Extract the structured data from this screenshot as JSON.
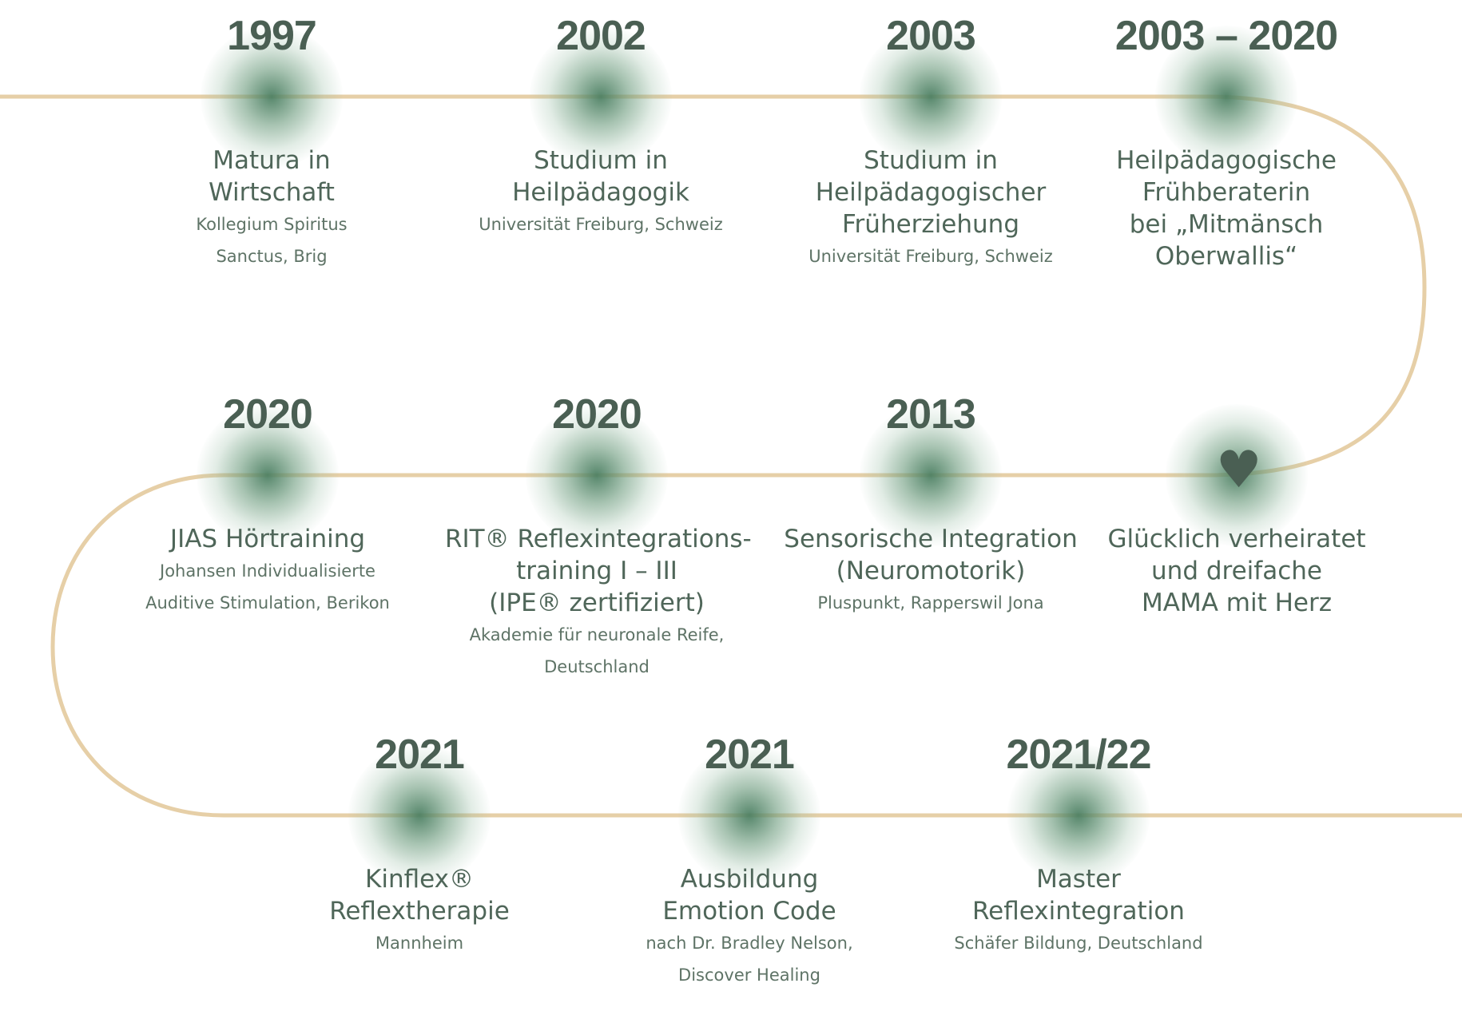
{
  "colors": {
    "path": "#e6cfa7",
    "glow": "#4d8063",
    "year": "#4a5f53",
    "text": "#4f6659",
    "subtext": "#5e7366",
    "heart": "#4a5f53"
  },
  "milestones": [
    {
      "year": "1997",
      "title": [
        "Matura in",
        "Wirtschaft"
      ],
      "sub": [
        "Kollegium Spiritus",
        "Sanctus, Brig"
      ]
    },
    {
      "year": "2002",
      "title": [
        "Studium in",
        "Heilpädagogik"
      ],
      "sub": [
        "Universität Freiburg, Schweiz"
      ]
    },
    {
      "year": "2003",
      "title": [
        "Studium in",
        "Heilpädagogischer",
        "Früherziehung"
      ],
      "sub": [
        "Universität Freiburg, Schweiz"
      ]
    },
    {
      "year": "2003 – 2020",
      "title": [
        "Heilpädagogische",
        "Frühberaterin",
        "bei „Mitmänsch",
        "Oberwallis“"
      ],
      "sub": []
    },
    {
      "year": "2020",
      "title": [
        "JIAS Hörtraining"
      ],
      "sub": [
        "Johansen Individualisierte",
        "Auditive Stimulation, Berikon"
      ]
    },
    {
      "year": "2020",
      "title": [
        "RIT® Reflexintegrations-",
        "training I – III",
        "(IPE® zertifiziert)"
      ],
      "sub": [
        "Akademie für neuronale Reife,",
        "Deutschland"
      ]
    },
    {
      "year": "2013",
      "title": [
        "Sensorische Integration",
        "(Neuromotorik)"
      ],
      "sub": [
        "Pluspunkt, Rapperswil Jona"
      ]
    },
    {
      "year": "",
      "icon": "heart-icon",
      "title": [
        "Glücklich verheiratet",
        "und dreifache",
        "MAMA mit Herz"
      ],
      "sub": []
    },
    {
      "year": "2021",
      "title": [
        "Kinflex®",
        "Reflextherapie"
      ],
      "sub": [
        "Mannheim"
      ]
    },
    {
      "year": "2021",
      "title": [
        "Ausbildung",
        "Emotion Code"
      ],
      "sub": [
        "nach Dr. Bradley Nelson,",
        "Discover Healing"
      ]
    },
    {
      "year": "2021/22",
      "title": [
        "Master",
        "Reflexintegration"
      ],
      "sub": [
        "Schäfer Bildung, Deutschland"
      ]
    }
  ],
  "heart_symbol": "♥"
}
